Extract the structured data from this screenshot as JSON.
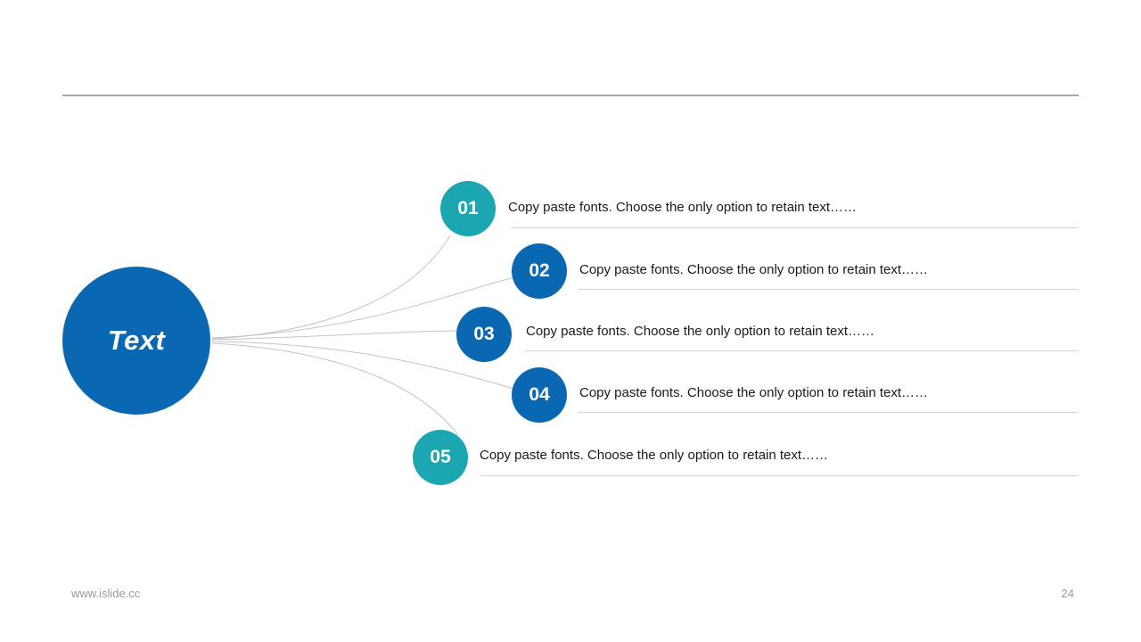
{
  "slide": {
    "footer_left": "www.islide.cc",
    "page_number": "24"
  },
  "center_node": {
    "label": "Text",
    "color": "#0a67b2"
  },
  "rows": [
    {
      "number": "01",
      "text": "Copy paste fonts. Choose the only option to retain text……",
      "color": "#1ba6b2"
    },
    {
      "number": "02",
      "text": "Copy paste fonts. Choose the only option to retain text……",
      "color": "#0a67b2"
    },
    {
      "number": "03",
      "text": "Copy paste fonts. Choose the only option to retain text……",
      "color": "#0a67b2"
    },
    {
      "number": "04",
      "text": "Copy paste fonts. Choose the only option to retain text……",
      "color": "#0a67b2"
    },
    {
      "number": "05",
      "text": "Copy paste fonts. Choose the only option to retain text……",
      "color": "#1ba6b2"
    }
  ],
  "colors": {
    "blue": "#0a67b2",
    "teal": "#1ba6b2",
    "connector_line": "#c3c3c3",
    "row_rule": "#d4d4d4",
    "top_rule": "#a9a9a9",
    "footer_text": "#999999"
  }
}
